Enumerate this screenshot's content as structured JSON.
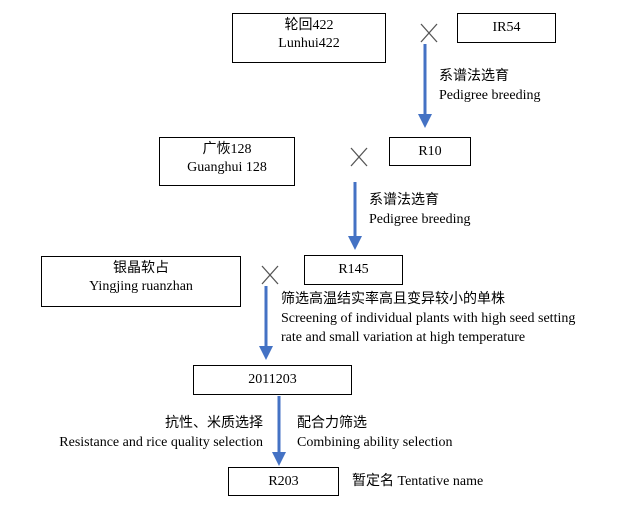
{
  "nodes": {
    "lunhui": {
      "zh": "轮回422",
      "en": "Lunhui422"
    },
    "ir54": {
      "text": "IR54"
    },
    "guanghui": {
      "zh": "广恢128",
      "en": "Guanghui 128"
    },
    "r10": {
      "text": "R10"
    },
    "yingjing": {
      "zh": "银晶软占",
      "en": "Yingjing ruanzhan"
    },
    "r145": {
      "text": "R145"
    },
    "line2011203": {
      "text": "2011203"
    },
    "r203": {
      "text": "R203"
    }
  },
  "labels": {
    "step1": {
      "zh": "系谱法选育",
      "en": "Pedigree breeding"
    },
    "step2": {
      "zh": "系谱法选育",
      "en": "Pedigree breeding"
    },
    "step3": {
      "zh": "筛选高温结实率高且变异较小的单株",
      "en1": "Screening of individual plants with high seed setting",
      "en2": "rate and small variation at high temperature"
    },
    "left_sel": {
      "zh": "抗性、米质选择",
      "en": "Resistance and rice quality selection"
    },
    "right_sel": {
      "zh": "配合力筛选",
      "en": "Combining ability selection"
    },
    "tentative": {
      "text": "暂定名  Tentative name"
    }
  },
  "symbols": {
    "cross": "×"
  },
  "colors": {
    "arrow": "#4472c4",
    "border": "#000000"
  }
}
